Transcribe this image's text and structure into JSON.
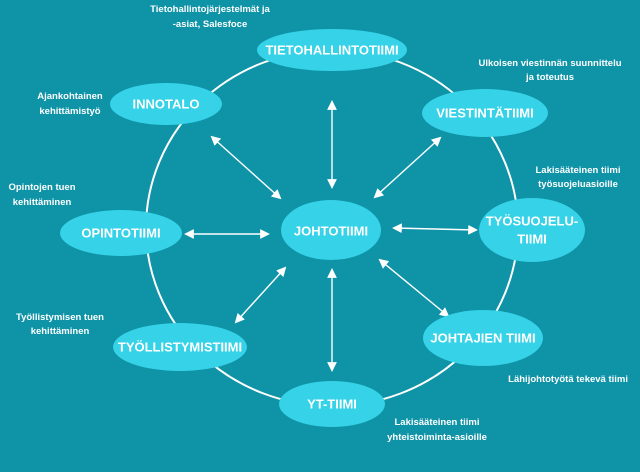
{
  "colors": {
    "background": "#0e93a7",
    "node_fill": "#35d2e8",
    "ring": "#ffffff",
    "text": "#ffffff"
  },
  "center": {
    "label": "JOHTOTIIMI"
  },
  "nodes": [
    {
      "id": "tietohallintotiimi",
      "label": "TIETOHALLINTOTIIMI"
    },
    {
      "id": "viestintatiimi",
      "label": "VIESTINTÄTIIMI"
    },
    {
      "id": "tyosuojelutiimi",
      "label": "TYÖSUOJELU-",
      "label2": "TIIMI"
    },
    {
      "id": "johtajien-tiimi",
      "label": "JOHTAJIEN TIIMI"
    },
    {
      "id": "yt-tiimi",
      "label": "YT-TIIMI"
    },
    {
      "id": "tyollistymistiimi",
      "label": "TYÖLLISTYMISTIIMI"
    },
    {
      "id": "opintotiimi",
      "label": "OPINTOTIIMI"
    },
    {
      "id": "innotalo",
      "label": "INNOTALO"
    }
  ],
  "notes": {
    "tietohallinto": {
      "line1": "Tietohallintojärjestelmät ja",
      "line2": "-asiat, Salesfoce"
    },
    "viestinta": {
      "line1": "Ulkoisen viestinnän suunnittelu",
      "line2": "ja toteutus"
    },
    "tyosuojelu": {
      "line1": "Lakisääteinen tiimi",
      "line2": "työsuojeluasioille"
    },
    "johtajat": {
      "line1": "Lähijohtotyötä tekevä tiimi"
    },
    "yt": {
      "line1": "Lakisääteinen tiimi",
      "line2": "yhteistoiminta-asioille"
    },
    "tyollistyminen": {
      "line1": "Työllistymisen tuen",
      "line2": "kehittäminen"
    },
    "opinnot": {
      "line1": "Opintojen tuen",
      "line2": "kehittäminen"
    },
    "innotalo": {
      "line1": "Ajankohtainen",
      "line2": "kehittämistyö"
    }
  }
}
